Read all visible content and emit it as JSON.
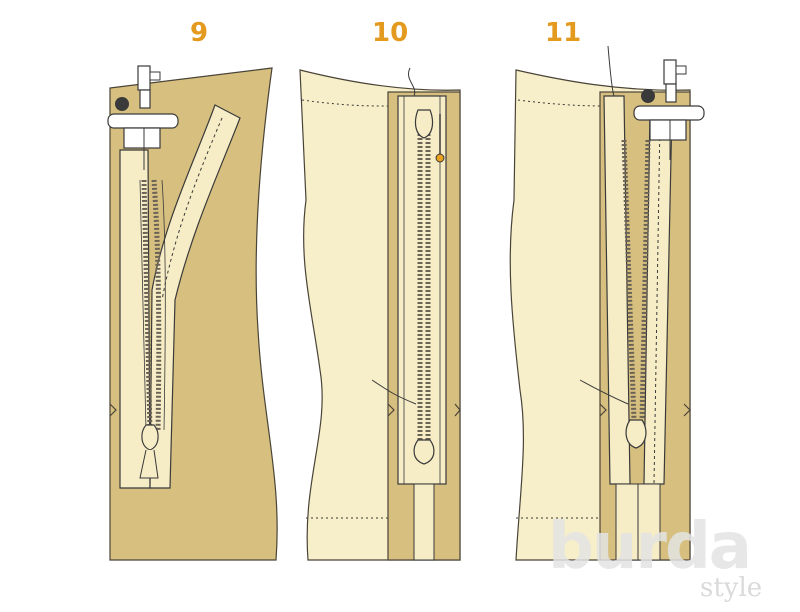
{
  "steps": [
    {
      "number": "9"
    },
    {
      "number": "10"
    },
    {
      "number": "11"
    }
  ],
  "colors": {
    "fabric_dark": "#d6bf7f",
    "fabric_light": "#f7efca",
    "zipper_tape": "#f6ecc6",
    "outline": "#3a3a3a",
    "step_number": "#e39a1e",
    "pin_head": "#e8a020"
  },
  "logo": {
    "brand": "burda",
    "sub": "style"
  }
}
